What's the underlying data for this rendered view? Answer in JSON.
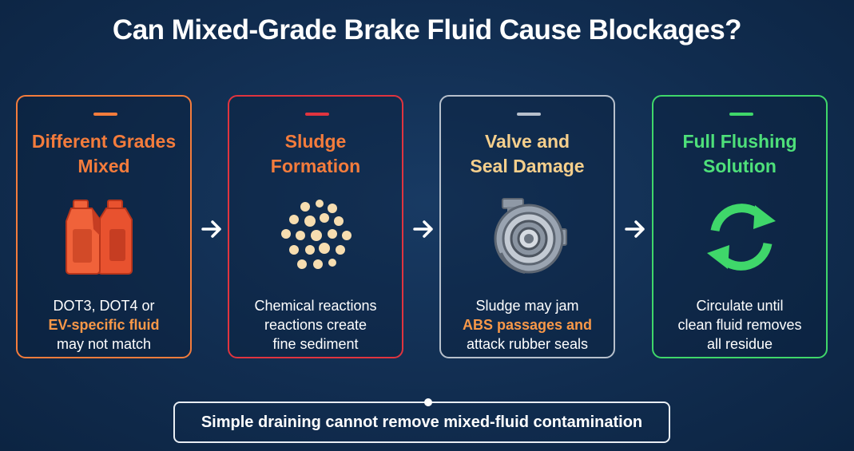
{
  "title": "Can Mixed-Grade Brake Fluid Cause Blockages?",
  "cards": [
    {
      "heading": [
        "Different Grades",
        "Mixed"
      ],
      "icon": "fluid-bottles-icon",
      "desc_before": "DOT3, DOT4 or",
      "desc_highlight": "EV-specific fluid",
      "desc_after": "may not match",
      "accent": "#f47c3c",
      "highlight_color": "#f89848"
    },
    {
      "heading": [
        "Sludge",
        "Formation"
      ],
      "icon": "sludge-particles-icon",
      "desc_lines": [
        "Chemical reactions",
        "reactions create",
        "fine sediment"
      ],
      "accent": "#e0343f",
      "heading_color": "#f47c3c"
    },
    {
      "heading": [
        "Valve and",
        "Seal Damage"
      ],
      "icon": "valve-seal-icon",
      "desc_before": "Sludge may jam",
      "desc_highlight": "ABS passages and",
      "desc_after": "attack rubber seals",
      "accent": "#b7c0cc",
      "heading_color": "#f5cf8c",
      "highlight_color": "#f89848"
    },
    {
      "heading": [
        "Full Flushing",
        "Solution"
      ],
      "icon": "recycle-arrows-icon",
      "desc_lines": [
        "Circulate until",
        "clean fluid removes",
        "all residue"
      ],
      "accent": "#3fd76a",
      "heading_color": "#4ee07a"
    }
  ],
  "footer": "Simple draining cannot remove mixed-fluid contamination"
}
